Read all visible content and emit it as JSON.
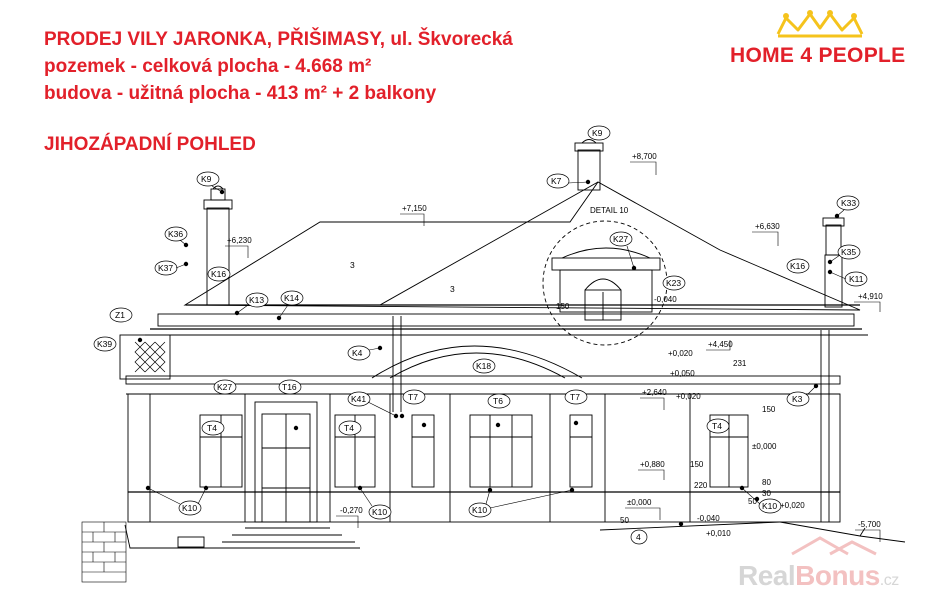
{
  "header": {
    "line1": "PRODEJ VILY JARONKA, PŘIŠIMASY, ul. Škvorecká",
    "line2": "pozemek - celková plocha - 4.668 m²",
    "line3": "budova - užitná plocha - 413 m² + 2 balkony",
    "view_title": "JIHOZÁPADNÍ POHLED"
  },
  "brand": {
    "name": "HOME 4 PEOPLE",
    "color": "#e2202a",
    "crown_color": "#f5c31c"
  },
  "watermark": {
    "part1": "Real",
    "part2": "Bonus",
    "suffix": ".cz"
  },
  "drawing": {
    "detail_label": "DETAIL 10",
    "levels": {
      "ridge": "+8,700",
      "left_roof": "+7,150",
      "right_roof": "+6,630",
      "left_eave": "+6,230",
      "right_eave": "+4,910",
      "upper_cornice": "+4,450",
      "gutter": "+2,640",
      "sill": "+0,880",
      "floor": "±0,000",
      "left_ground": "-0,270",
      "right_ground": "-5,700",
      "window_sill": "-0,040",
      "dim_020_a": "+0,020",
      "dim_050": "+0,050",
      "dim_020_b": "+0,020",
      "dim_020_c": "+0,020",
      "dim_040": "-0,040",
      "dim_010": "+0,010",
      "dim_000_right": "±0,000",
      "dim_150": "150",
      "dim_231": "231",
      "dim_150b": "150",
      "dim_150c": "150",
      "dim_80": "80",
      "dim_50": "50",
      "dim_30": "30",
      "dim_220": "220",
      "dim_50b": "50"
    },
    "tags": {
      "k9_left": "K9",
      "k9_top": "K9",
      "k7": "K7",
      "k33": "K33",
      "k36": "K36",
      "k37": "K37",
      "k16_left": "K16",
      "k16_right": "K16",
      "k13": "K13",
      "k14": "K14",
      "k27_top": "K27",
      "k23": "K23",
      "k35": "K35",
      "k11": "K11",
      "z1": "Z1",
      "k39": "K39",
      "k4": "K4",
      "k18": "K18",
      "k27_low": "K27",
      "t16": "T16",
      "k41": "K41",
      "t7_a": "T7",
      "t6": "T6",
      "t7_b": "T7",
      "k3": "K3",
      "t4_a": "T4",
      "t4_b": "T4",
      "t4_c": "T4",
      "k10_a": "K10",
      "k10_b": "K10",
      "k10_c": "K10",
      "k10_d": "K10",
      "roof_3_left": "3",
      "roof_3_right": "3",
      "grid_4": "4"
    }
  }
}
